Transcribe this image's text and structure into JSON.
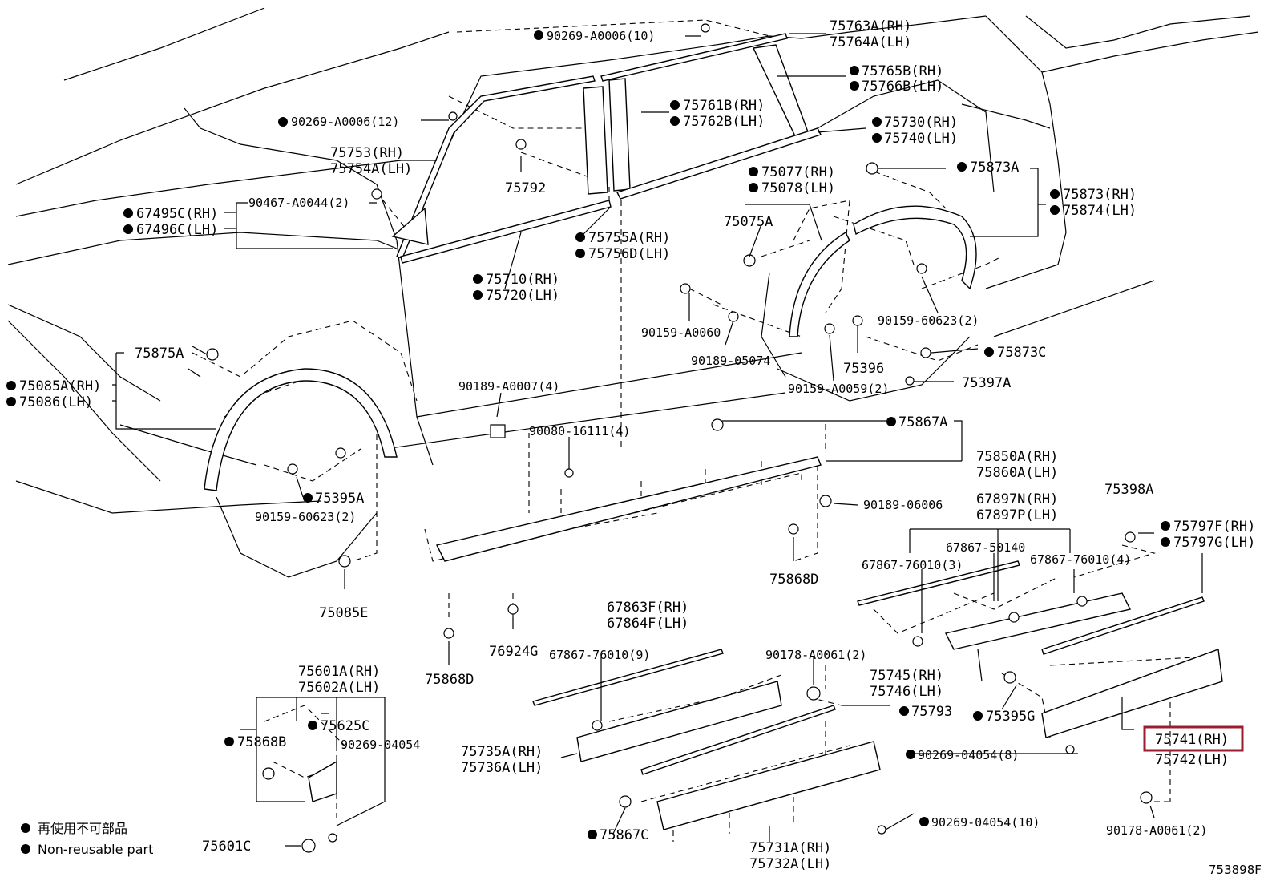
{
  "diagram_id": "753898F",
  "legend": {
    "line_cn": "再使用不可部品",
    "line_en": "Non-reusable part"
  },
  "highlight": {
    "color": "#9b1c2e",
    "label": "75741(RH)"
  },
  "labels": [
    {
      "id": "l01",
      "text": "90269-A0006(10)",
      "dot": true
    },
    {
      "id": "l02",
      "text": "75763A(RH)",
      "dot": false
    },
    {
      "id": "l03",
      "text": "75764A(LH)",
      "dot": false
    },
    {
      "id": "l04",
      "text": "75765B(RH)",
      "dot": true
    },
    {
      "id": "l05",
      "text": "75766B(LH)",
      "dot": true
    },
    {
      "id": "l06",
      "text": "75761B(RH)",
      "dot": true
    },
    {
      "id": "l07",
      "text": "75762B(LH)",
      "dot": true
    },
    {
      "id": "l08",
      "text": "90269-A0006(12)",
      "dot": true
    },
    {
      "id": "l09",
      "text": "75730(RH)",
      "dot": true
    },
    {
      "id": "l10",
      "text": "75740(LH)",
      "dot": true
    },
    {
      "id": "l11",
      "text": "75753(RH)",
      "dot": false
    },
    {
      "id": "l12",
      "text": "75754A(LH)",
      "dot": false
    },
    {
      "id": "l13",
      "text": "75792",
      "dot": false
    },
    {
      "id": "l14",
      "text": "75873A",
      "dot": true
    },
    {
      "id": "l15",
      "text": "75077(RH)",
      "dot": true
    },
    {
      "id": "l16",
      "text": "75078(LH)",
      "dot": true
    },
    {
      "id": "l17",
      "text": "90467-A0044(2)",
      "dot": false
    },
    {
      "id": "l18",
      "text": "67495C(RH)",
      "dot": true
    },
    {
      "id": "l19",
      "text": "67496C(LH)",
      "dot": true
    },
    {
      "id": "l20",
      "text": "75873(RH)",
      "dot": true
    },
    {
      "id": "l21",
      "text": "75874(LH)",
      "dot": true
    },
    {
      "id": "l22",
      "text": "75075A",
      "dot": false
    },
    {
      "id": "l23",
      "text": "75755A(RH)",
      "dot": true
    },
    {
      "id": "l24",
      "text": "75756D(LH)",
      "dot": true
    },
    {
      "id": "l25",
      "text": "75710(RH)",
      "dot": true
    },
    {
      "id": "l26",
      "text": "75720(LH)",
      "dot": true
    },
    {
      "id": "l27",
      "text": "90159-60623(2)",
      "dot": false
    },
    {
      "id": "l28",
      "text": "90159-A0060",
      "dot": false
    },
    {
      "id": "l29",
      "text": "75875A",
      "dot": false
    },
    {
      "id": "l30",
      "text": "75396",
      "dot": false
    },
    {
      "id": "l31",
      "text": "75873C",
      "dot": true
    },
    {
      "id": "l32",
      "text": "90189-05074",
      "dot": false
    },
    {
      "id": "l33",
      "text": "75085A(RH)",
      "dot": true
    },
    {
      "id": "l34",
      "text": "75086(LH)",
      "dot": true
    },
    {
      "id": "l35",
      "text": "75397A",
      "dot": false
    },
    {
      "id": "l36",
      "text": "90159-A0059(2)",
      "dot": false
    },
    {
      "id": "l37",
      "text": "90189-A0007(4)",
      "dot": false
    },
    {
      "id": "l38",
      "text": "75867A",
      "dot": true
    },
    {
      "id": "l39",
      "text": "90080-16111(4)",
      "dot": false
    },
    {
      "id": "l40",
      "text": "75850A(RH)",
      "dot": false
    },
    {
      "id": "l41",
      "text": "75860A(LH)",
      "dot": false
    },
    {
      "id": "l42",
      "text": "75395A",
      "dot": true
    },
    {
      "id": "l43",
      "text": "90159-60623(2)",
      "dot": false
    },
    {
      "id": "l44",
      "text": "90189-06006",
      "dot": false
    },
    {
      "id": "l45",
      "text": "75398A",
      "dot": false
    },
    {
      "id": "l46",
      "text": "67897N(RH)",
      "dot": false
    },
    {
      "id": "l47",
      "text": "67897P(LH)",
      "dot": false
    },
    {
      "id": "l48",
      "text": "75797F(RH)",
      "dot": true
    },
    {
      "id": "l49",
      "text": "75797G(LH)",
      "dot": true
    },
    {
      "id": "l50",
      "text": "67867-50140",
      "dot": false
    },
    {
      "id": "l51",
      "text": "67867-76010(3)",
      "dot": false
    },
    {
      "id": "l52",
      "text": "67867-76010(4)",
      "dot": false
    },
    {
      "id": "l53",
      "text": "75868D",
      "dot": false
    },
    {
      "id": "l54",
      "text": "75085E",
      "dot": false
    },
    {
      "id": "l55",
      "text": "67863F(RH)",
      "dot": false
    },
    {
      "id": "l56",
      "text": "67864F(LH)",
      "dot": false
    },
    {
      "id": "l57",
      "text": "76924G",
      "dot": false
    },
    {
      "id": "l58",
      "text": "67867-76010(9)",
      "dot": false
    },
    {
      "id": "l59",
      "text": "90178-A0061(2)",
      "dot": false
    },
    {
      "id": "l60",
      "text": "75868D",
      "dot": false
    },
    {
      "id": "l61",
      "text": "75745(RH)",
      "dot": false
    },
    {
      "id": "l62",
      "text": "75746(LH)",
      "dot": false
    },
    {
      "id": "l63",
      "text": "75601A(RH)",
      "dot": false
    },
    {
      "id": "l64",
      "text": "75602A(LH)",
      "dot": false
    },
    {
      "id": "l65",
      "text": "75793",
      "dot": true
    },
    {
      "id": "l66",
      "text": "75395G",
      "dot": true
    },
    {
      "id": "l67",
      "text": "75625C",
      "dot": true
    },
    {
      "id": "l68",
      "text": "75868B",
      "dot": true
    },
    {
      "id": "l69",
      "text": "90269-04054",
      "dot": false
    },
    {
      "id": "l70",
      "text": "75735A(RH)",
      "dot": false
    },
    {
      "id": "l71",
      "text": "75736A(LH)",
      "dot": false
    },
    {
      "id": "l72",
      "text": "75741(RH)",
      "dot": false
    },
    {
      "id": "l73",
      "text": "75742(LH)",
      "dot": false
    },
    {
      "id": "l74",
      "text": "90269-04054(8)",
      "dot": true
    },
    {
      "id": "l75",
      "text": "75867C",
      "dot": true
    },
    {
      "id": "l76",
      "text": "90269-04054(10)",
      "dot": true
    },
    {
      "id": "l77",
      "text": "75601C",
      "dot": false
    },
    {
      "id": "l78",
      "text": "90178-A0061(2)",
      "dot": false
    },
    {
      "id": "l79",
      "text": "75731A(RH)",
      "dot": false
    },
    {
      "id": "l80",
      "text": "75732A(LH)",
      "dot": false
    }
  ]
}
